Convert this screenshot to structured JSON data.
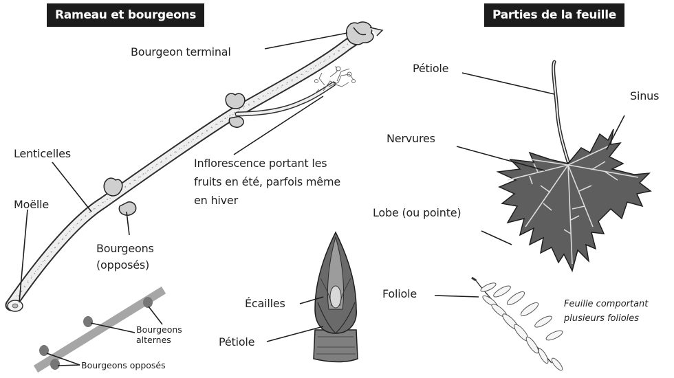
{
  "headers": {
    "left": "Rameau et bourgeons",
    "right": "Parties de la feuille"
  },
  "labels": {
    "bourgeon_terminal": "Bourgeon terminal",
    "lenticelles": "Lenticelles",
    "moelle": "Moëlle",
    "inflorescence": [
      "Inflorescence portant les",
      "fruits en été, parfois même",
      "en hiver"
    ],
    "bourgeons_opposes": [
      "Bourgeons",
      "(opposés)"
    ],
    "ecailles": "Écailles",
    "petiole_bud": "Pétiole",
    "bourgeons_alternes": [
      "Bourgeons",
      "alternes"
    ],
    "bourgeons_opposes_diagram": "Bourgeons opposés",
    "petiole_leaf": "Pétiole",
    "sinus": "Sinus",
    "nervures": "Nervures",
    "lobe": "Lobe (ou pointe)",
    "foliole": "Foliole",
    "feuille_composee": [
      "Feuille comportant",
      "plusieurs folioles"
    ]
  },
  "colors": {
    "header_bg": "#1c1c1c",
    "header_text": "#ffffff",
    "label_text": "#222222",
    "schematic_bar": "#a6a6a6",
    "schematic_bud": "#777777",
    "ink": "#333333"
  }
}
